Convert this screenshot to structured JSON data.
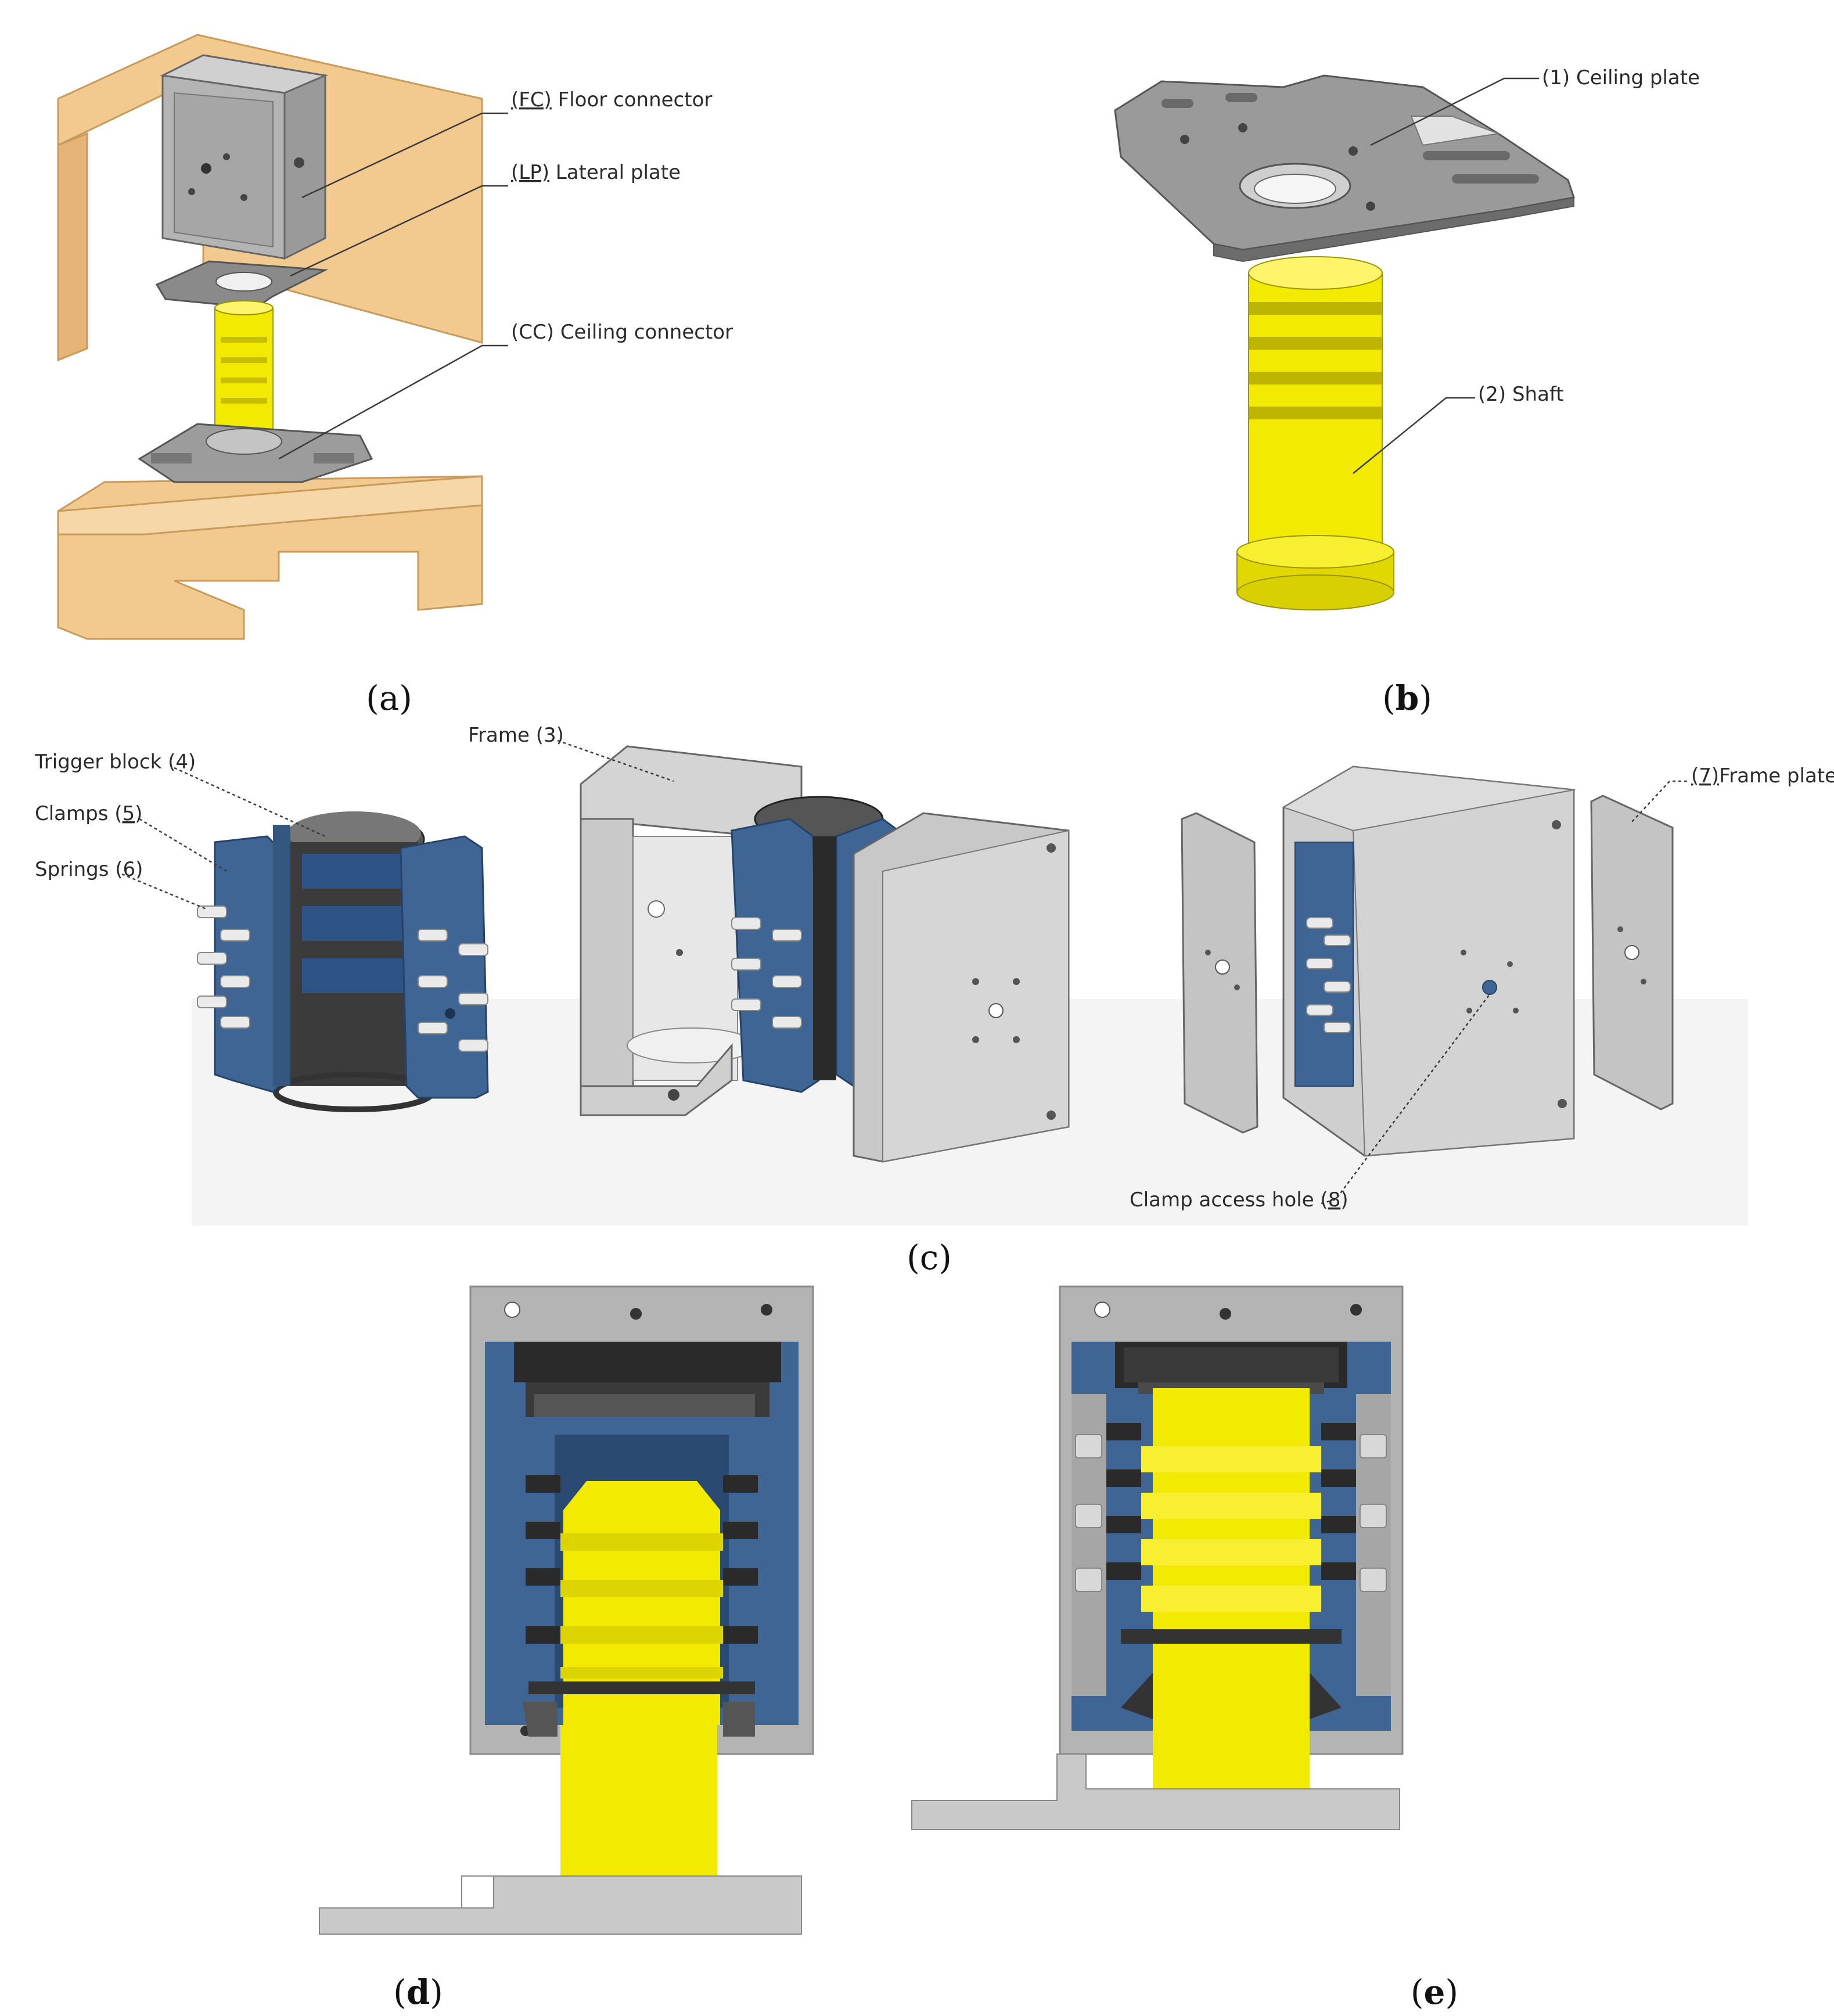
{
  "colors": {
    "wood": "#f2c98f",
    "wood_dark": "#d9a765",
    "metal": "#a9a9a9",
    "metal_light": "#d3d3d3",
    "metal_dark": "#7d7d7d",
    "yellow": "#f2ea00",
    "yellow_dark": "#b8b000",
    "blue": "#3e6594",
    "blue_dark": "#2b4a70",
    "black": "#2e2e2e"
  },
  "panels": {
    "a": {
      "caption_open": "(",
      "caption_letter": "a",
      "caption_close": ")",
      "labels": {
        "fc_code": "(FC)",
        "fc_text": " Floor connector",
        "lp_code": "(LP)",
        "lp_text": " Lateral plate",
        "cc_text": "(CC) Ceiling connector"
      }
    },
    "b": {
      "caption_open": "(",
      "caption_letter": "b",
      "caption_close": ")",
      "labels": {
        "ceiling_plate": "(1) Ceiling plate",
        "shaft": "(2) Shaft"
      }
    },
    "c": {
      "caption_open": "(",
      "caption_letter": "c",
      "caption_close": ")",
      "labels": {
        "trigger_block": "Trigger block (4)",
        "clamps_text": "Clamps (",
        "clamps_num": "5",
        "clamps_close": ")",
        "springs": "Springs (6)",
        "frame": "Frame (3)",
        "frame_plate_num": "(7)",
        "frame_plate_text": "Frame plate",
        "clamp_access_text": "Clamp access hole (",
        "clamp_access_num": "8",
        "clamp_access_close": ")"
      }
    },
    "d": {
      "caption_open": "(",
      "caption_letter": "d",
      "caption_close": ")"
    },
    "e": {
      "caption_open": "(",
      "caption_letter": "e",
      "caption_close": ")"
    }
  }
}
